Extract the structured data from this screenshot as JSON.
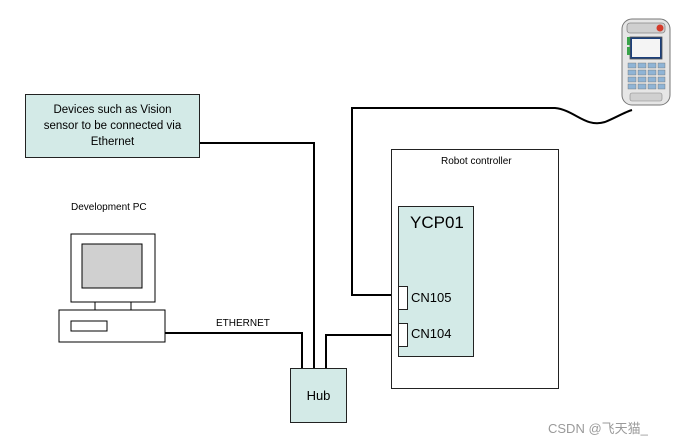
{
  "nodes": {
    "devices": {
      "label_lines": [
        "Devices such as Vision",
        "sensor to be connected via",
        "Ethernet"
      ]
    },
    "robot_controller": {
      "label": "Robot controller"
    },
    "ycp01": {
      "label": "YCP01"
    },
    "cn105": {
      "label": "CN105"
    },
    "cn104": {
      "label": "CN104"
    },
    "hub": {
      "label": "Hub"
    },
    "dev_pc": {
      "label": "Development PC"
    },
    "pendant": {
      "icon": "teach-pendant-icon"
    }
  },
  "edges": {
    "ethernet": {
      "label": "ETHERNET"
    }
  },
  "watermark": "CSDN @飞天猫_",
  "colors": {
    "teal_fill": "#d3eae7",
    "line": "#000000"
  }
}
